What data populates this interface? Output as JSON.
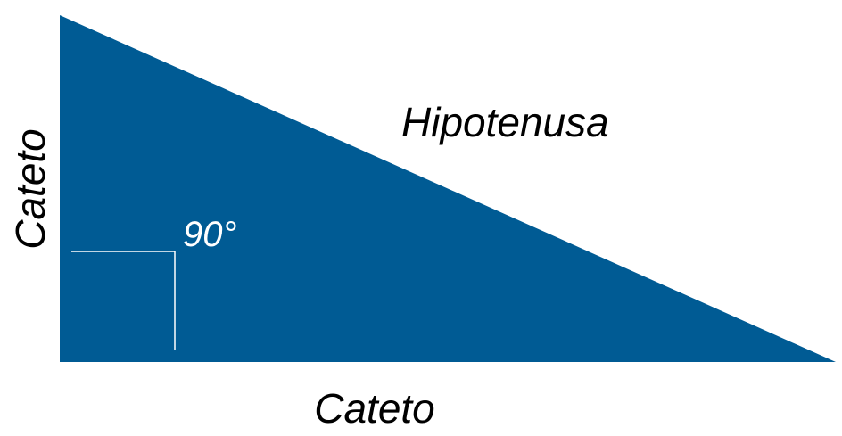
{
  "diagram": {
    "fill_color": "#005b94",
    "marker_color": "#ffffff",
    "text_color": "#000000",
    "labels": {
      "hypotenuse": "Hipotenusa",
      "vertical_leg": "Cateto",
      "horizontal_leg": "Cateto",
      "right_angle": "90°"
    }
  }
}
